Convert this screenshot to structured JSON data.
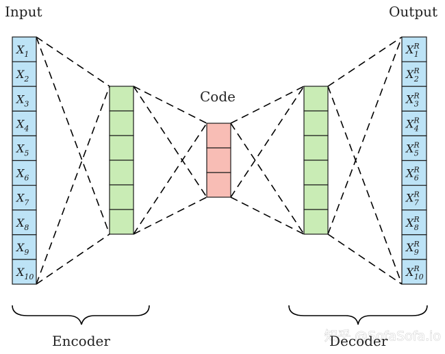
{
  "labels": {
    "input": "Input",
    "output": "Output",
    "code": "Code",
    "encoder": "Encoder",
    "decoder": "Decoder"
  },
  "input_cells": [
    {
      "base": "X",
      "sub": "1"
    },
    {
      "base": "X",
      "sub": "2"
    },
    {
      "base": "X",
      "sub": "3"
    },
    {
      "base": "X",
      "sub": "4"
    },
    {
      "base": "X",
      "sub": "5"
    },
    {
      "base": "X",
      "sub": "6"
    },
    {
      "base": "X",
      "sub": "7"
    },
    {
      "base": "X",
      "sub": "8"
    },
    {
      "base": "X",
      "sub": "9"
    },
    {
      "base": "X",
      "sub": "10"
    }
  ],
  "output_cells": [
    {
      "base": "X",
      "sub": "1",
      "sup": "R"
    },
    {
      "base": "X",
      "sub": "2",
      "sup": "R"
    },
    {
      "base": "X",
      "sub": "3",
      "sup": "R"
    },
    {
      "base": "X",
      "sub": "4",
      "sup": "R"
    },
    {
      "base": "X",
      "sub": "5",
      "sup": "R"
    },
    {
      "base": "X",
      "sub": "6",
      "sup": "R"
    },
    {
      "base": "X",
      "sub": "7",
      "sup": "R"
    },
    {
      "base": "X",
      "sub": "8",
      "sup": "R"
    },
    {
      "base": "X",
      "sub": "9",
      "sup": "R"
    },
    {
      "base": "X",
      "sub": "10",
      "sup": "R"
    }
  ],
  "layers": {
    "encoder_hidden_units": 6,
    "code_units": 3,
    "decoder_hidden_units": 6
  },
  "colors": {
    "input_fill": "#bde3f6",
    "hidden_fill": "#c9ecb5",
    "code_fill": "#f8bdb5",
    "cell_stroke": "#1a1a1a"
  },
  "watermark": "知乎 @SofaSofa.io"
}
